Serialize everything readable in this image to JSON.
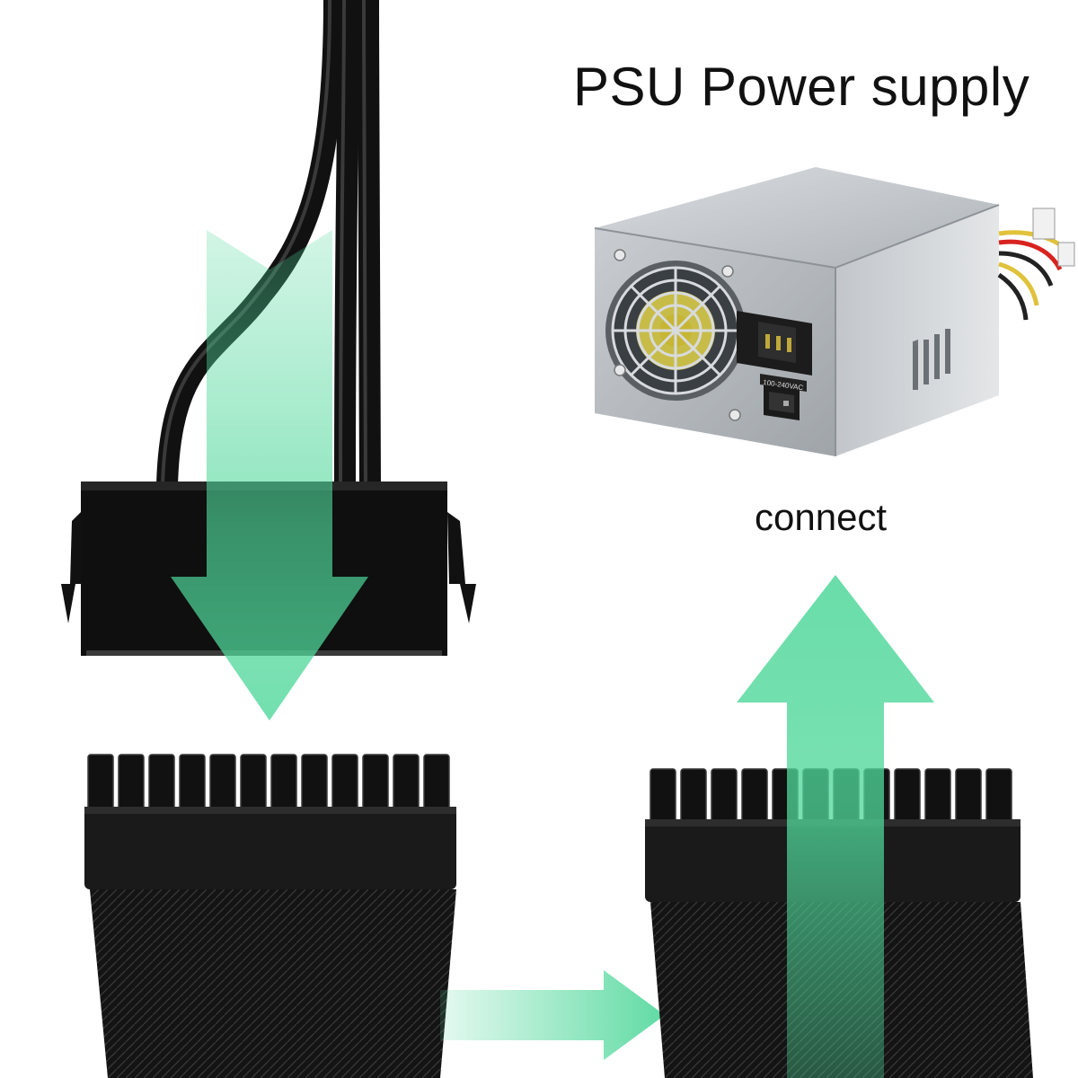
{
  "title": "PSU Power supply",
  "connect_label": "connect",
  "psu": {
    "switch_rating": "100-240VAC"
  },
  "colors": {
    "arrow_green": "#4fd79a",
    "cable_black": "#121212",
    "psu_silver": "#b7bcc1",
    "fan_yellow": "#e2d24a"
  }
}
